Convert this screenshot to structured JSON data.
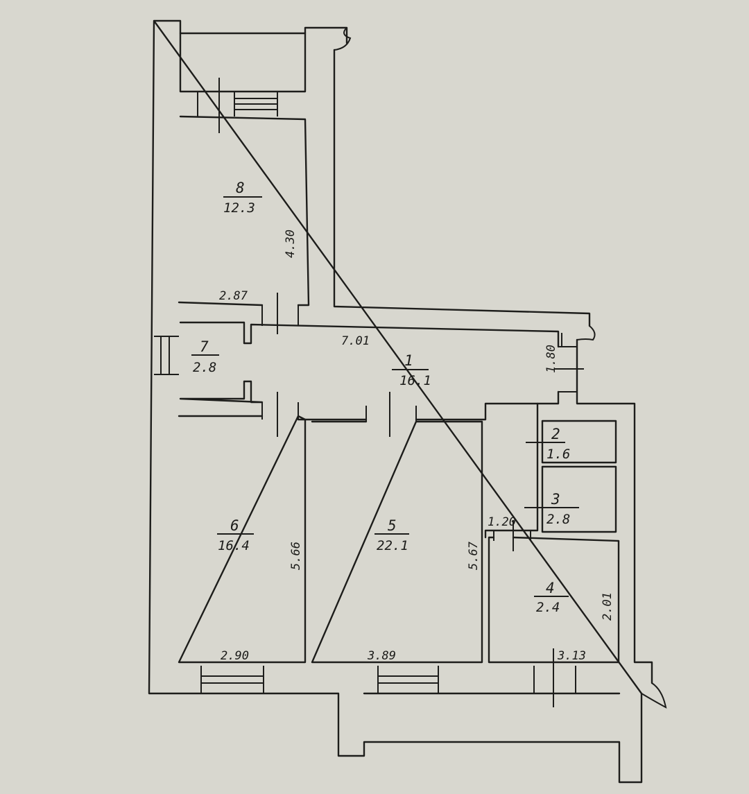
{
  "colors": {
    "paper": "#d8d7cf",
    "ink": "#1d1d1b"
  },
  "rooms": [
    {
      "number": "8",
      "area": "12.3"
    },
    {
      "number": "7",
      "area": "2.8"
    },
    {
      "number": "1",
      "area": "16.1"
    },
    {
      "number": "2",
      "area": "1.6"
    },
    {
      "number": "3",
      "area": "2.8"
    },
    {
      "number": "6",
      "area": "16.4"
    },
    {
      "number": "5",
      "area": "22.1"
    },
    {
      "number": "4",
      "area": "2.4"
    }
  ],
  "dimensions": {
    "room8_width": "2.87",
    "room8_length": "4.30",
    "corridor_length": "7.01",
    "corridor_width": "1.80",
    "room6_width": "2.90",
    "room6_length": "5.66",
    "room5_width": "3.89",
    "room5_length": "5.67",
    "room4_width": "3.13",
    "room4_length": "2.01",
    "passage_width": "1.20"
  }
}
